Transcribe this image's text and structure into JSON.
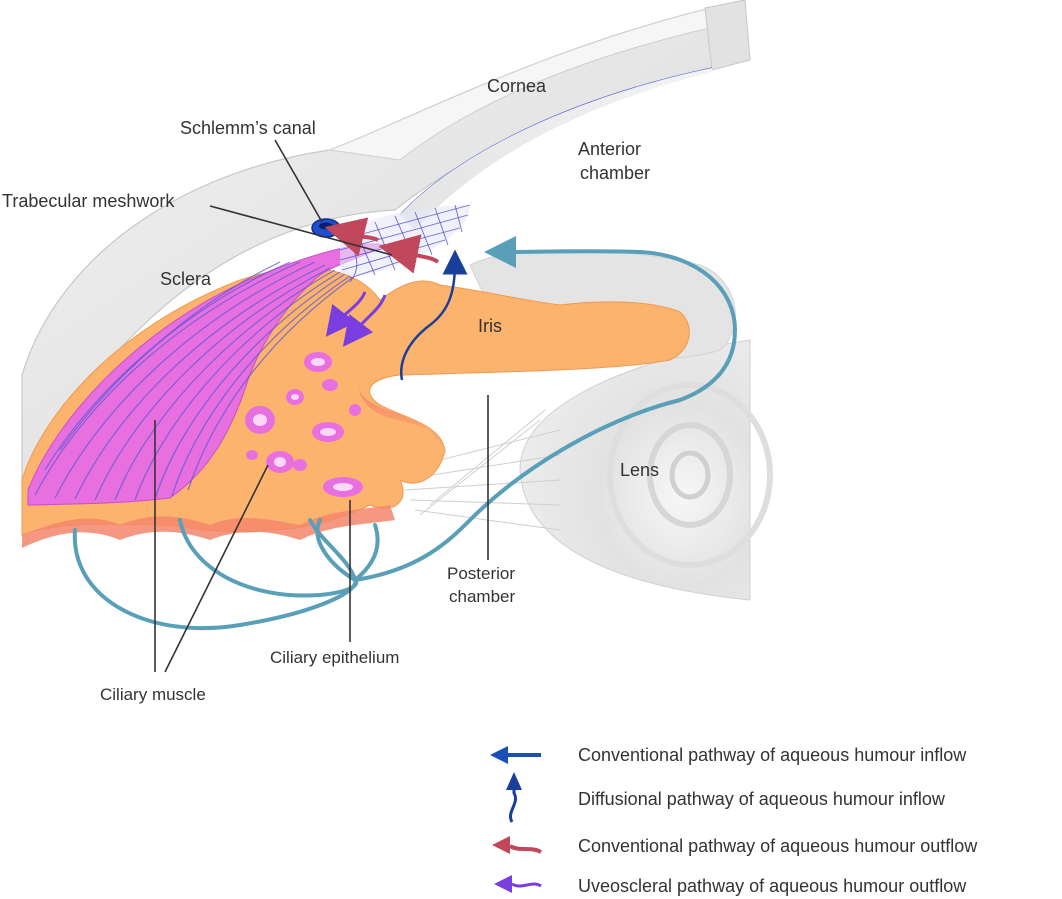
{
  "labels": {
    "cornea": "Cornea",
    "anterior_chamber_1": "Anterior",
    "anterior_chamber_2": "chamber",
    "schlemms_canal": "Schlemm’s canal",
    "trabecular_meshwork": "Trabecular meshwork",
    "sclera": "Sclera",
    "iris": "Iris",
    "lens": "Lens",
    "posterior_chamber_1": "Posterior",
    "posterior_chamber_2": "chamber",
    "ciliary_epithelium": "Ciliary epithelium",
    "ciliary_muscle": "Ciliary muscle"
  },
  "legend": {
    "items": [
      {
        "text": "Conventional pathway of aqueous humour inflow",
        "color": "#1a4fb5",
        "icon": "straight-arrow-icon"
      },
      {
        "text": "Diffusional pathway of aqueous humour inflow",
        "color": "#1a3f9a",
        "icon": "wavy-up-arrow-icon"
      },
      {
        "text": "Conventional pathway of aqueous humour outflow",
        "color": "#c0485a",
        "icon": "red-arrow-icon"
      },
      {
        "text": "Uveoscleral  pathway of aqueous humour outflow",
        "color": "#7a3ee0",
        "icon": "purple-arrow-icon"
      }
    ]
  },
  "colors": {
    "sclera_cornea": "#ececec",
    "ciliary_muscle": "#e86fe0",
    "ciliary_body": "#fbb36e",
    "schlemms_canal": "#1f4fd0",
    "vessel": "#5a9fb8",
    "lens": "#e9e9e9"
  }
}
